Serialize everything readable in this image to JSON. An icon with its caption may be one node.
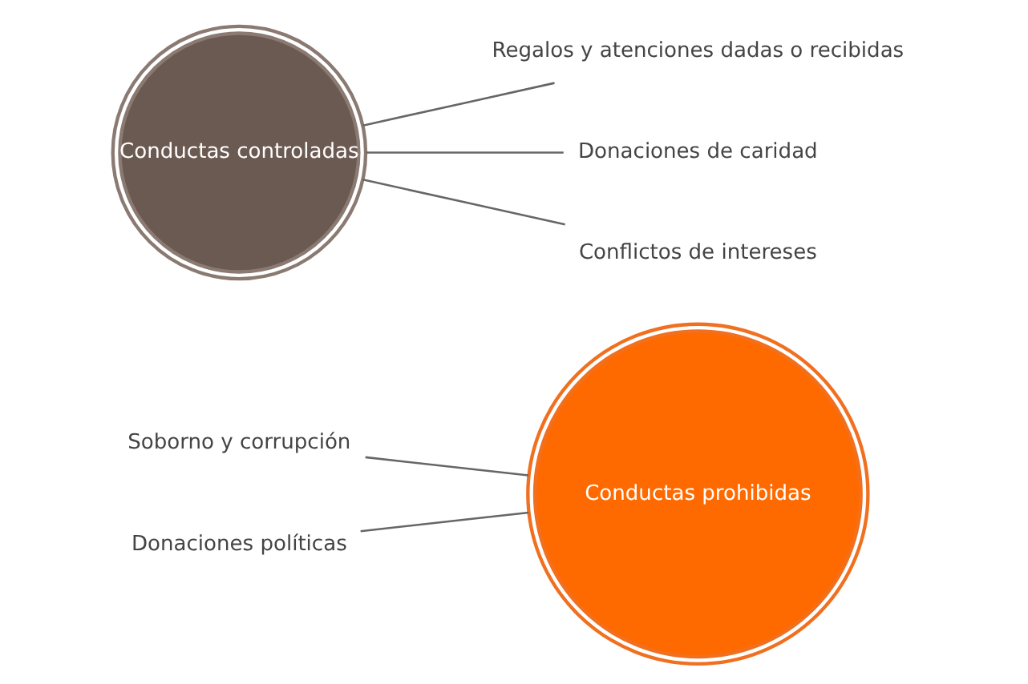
{
  "diagram": {
    "nodes": [
      {
        "text": [
          "Soborno y corrupción"
        ]
      },
      {
        "text": [
          "Donaciones políticas"
        ]
      },
      {
        "text": [
          "Conductas prohibidas"
        ]
      },
      {
        "text": [
          "Conductas controladas"
        ]
      },
      {
        "text": [
          "Regalos y atenciones dadas o recibidas"
        ]
      },
      {
        "text": [
          "Donaciones de caridad"
        ]
      },
      {
        "text": [
          "Conflictos de intereses"
        ]
      }
    ],
    "edges": [
      {
        "from": 0,
        "to": 2,
        "arrow": "none"
      },
      {
        "from": 1,
        "to": 2,
        "arrow": "none"
      },
      {
        "from": 3,
        "to": 4,
        "arrow": "none"
      },
      {
        "from": 3,
        "to": 5,
        "arrow": "none"
      },
      {
        "from": 3,
        "to": 6,
        "arrow": "none"
      }
    ]
  }
}
